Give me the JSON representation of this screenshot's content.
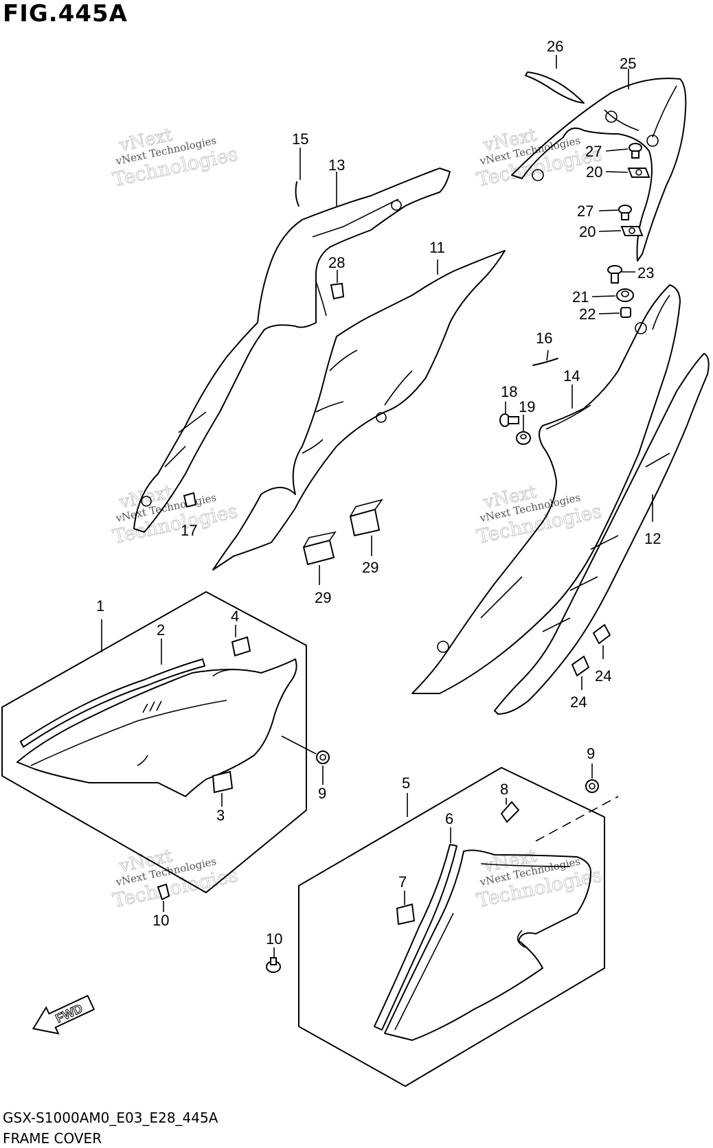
{
  "figure": {
    "title": "FIG.445A",
    "model_code": "GSX-S1000AM0_E03_E28_445A",
    "caption": "FRAME COVER",
    "direction_marker": "FWD"
  },
  "watermark": {
    "line1": "vNext Technologies",
    "line2": "vNext",
    "line3": "Technologies"
  },
  "callouts": [
    {
      "id": "c1",
      "text": "1"
    },
    {
      "id": "c2",
      "text": "2"
    },
    {
      "id": "c3",
      "text": "3"
    },
    {
      "id": "c4",
      "text": "4"
    },
    {
      "id": "c5",
      "text": "5"
    },
    {
      "id": "c6",
      "text": "6"
    },
    {
      "id": "c7",
      "text": "7"
    },
    {
      "id": "c8",
      "text": "8"
    },
    {
      "id": "c9a",
      "text": "9"
    },
    {
      "id": "c9b",
      "text": "9"
    },
    {
      "id": "c10a",
      "text": "10"
    },
    {
      "id": "c10b",
      "text": "10"
    },
    {
      "id": "c11",
      "text": "11"
    },
    {
      "id": "c12",
      "text": "12"
    },
    {
      "id": "c13",
      "text": "13"
    },
    {
      "id": "c14",
      "text": "14"
    },
    {
      "id": "c15",
      "text": "15"
    },
    {
      "id": "c16",
      "text": "16"
    },
    {
      "id": "c17",
      "text": "17"
    },
    {
      "id": "c18",
      "text": "18"
    },
    {
      "id": "c19",
      "text": "19"
    },
    {
      "id": "c20a",
      "text": "20"
    },
    {
      "id": "c20b",
      "text": "20"
    },
    {
      "id": "c21",
      "text": "21"
    },
    {
      "id": "c22",
      "text": "22"
    },
    {
      "id": "c23",
      "text": "23"
    },
    {
      "id": "c24a",
      "text": "24"
    },
    {
      "id": "c24b",
      "text": "24"
    },
    {
      "id": "c25",
      "text": "25"
    },
    {
      "id": "c26",
      "text": "26"
    },
    {
      "id": "c27a",
      "text": "27"
    },
    {
      "id": "c27b",
      "text": "27"
    },
    {
      "id": "c28",
      "text": "28"
    },
    {
      "id": "c29a",
      "text": "29"
    },
    {
      "id": "c29b",
      "text": "29"
    }
  ]
}
